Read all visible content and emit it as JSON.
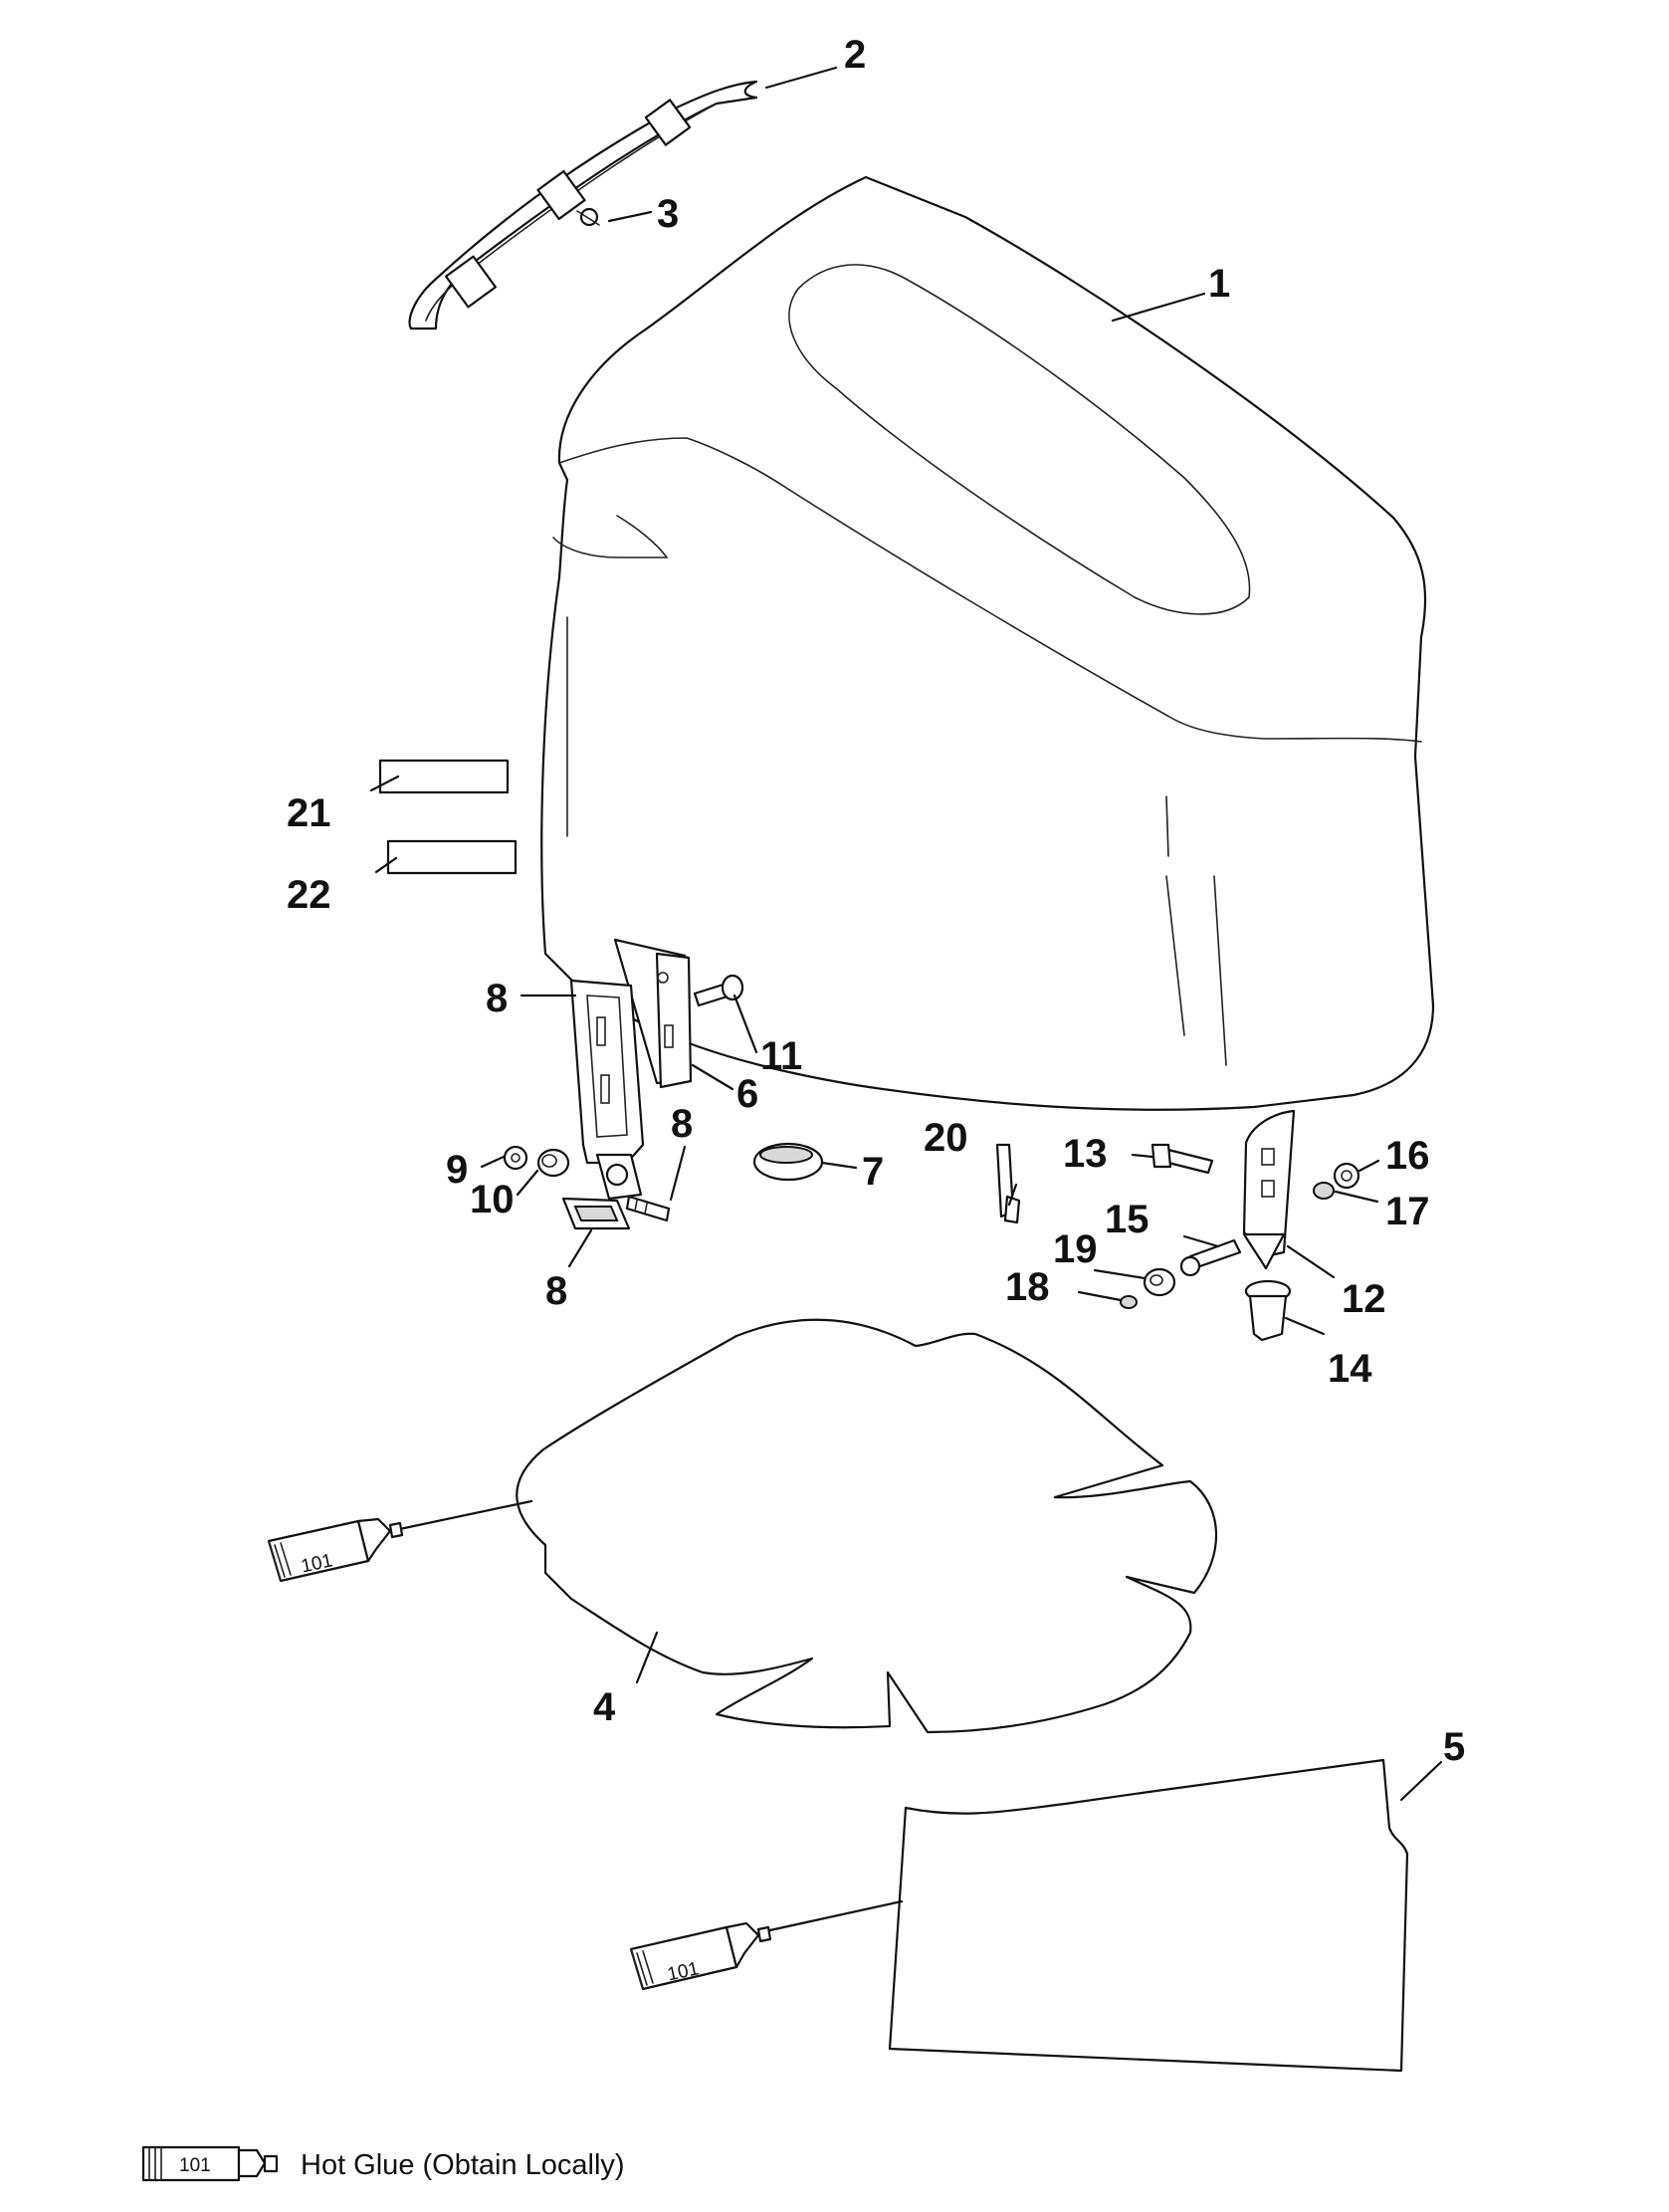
{
  "callouts": {
    "c1": "1",
    "c2": "2",
    "c3": "3",
    "c4": "4",
    "c5": "5",
    "c6": "6",
    "c7": "7",
    "c8a": "8",
    "c8b": "8",
    "c8c": "8",
    "c9": "9",
    "c10": "10",
    "c11": "11",
    "c12": "12",
    "c13": "13",
    "c14": "14",
    "c15": "15",
    "c16": "16",
    "c17": "17",
    "c18": "18",
    "c19": "19",
    "c20": "20",
    "c21": "21",
    "c22": "22"
  },
  "glue_tube_label": "101",
  "legend": {
    "symbol_label": "101",
    "text": "Hot Glue (Obtain Locally)"
  }
}
